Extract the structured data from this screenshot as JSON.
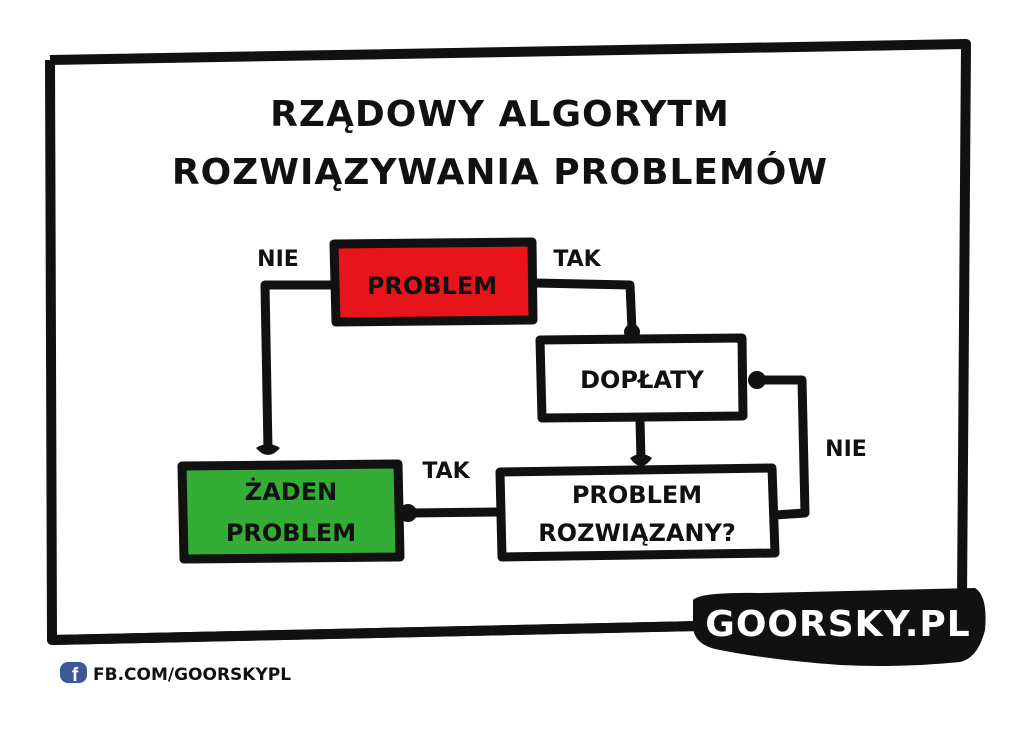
{
  "title": {
    "line1": "RZĄDOWY ALGORYTM",
    "line2": "ROZWIĄZYWANIA PROBLEMÓW"
  },
  "nodes": {
    "problem": {
      "label": "PROBLEM",
      "fill": "#e8141c"
    },
    "doplaty": {
      "label": "DOPŁATY",
      "fill": "#ffffff"
    },
    "rozwiazany": {
      "line1": "PROBLEM",
      "line2": "ROZWIĄZANY?",
      "fill": "#ffffff"
    },
    "zaden": {
      "line1": "ŻADEN",
      "line2": "PROBLEM",
      "fill": "#33ad35"
    }
  },
  "edges": {
    "problem_nie": "NIE",
    "problem_tak": "TAK",
    "rozwiazany_tak": "TAK",
    "rozwiazany_nie": "NIE"
  },
  "branding": {
    "logo": "GOORSKY.PL",
    "facebook": "FB.COM/GOORSKYPL",
    "facebook_icon": "facebook-icon",
    "facebook_color": "#3b5998"
  }
}
